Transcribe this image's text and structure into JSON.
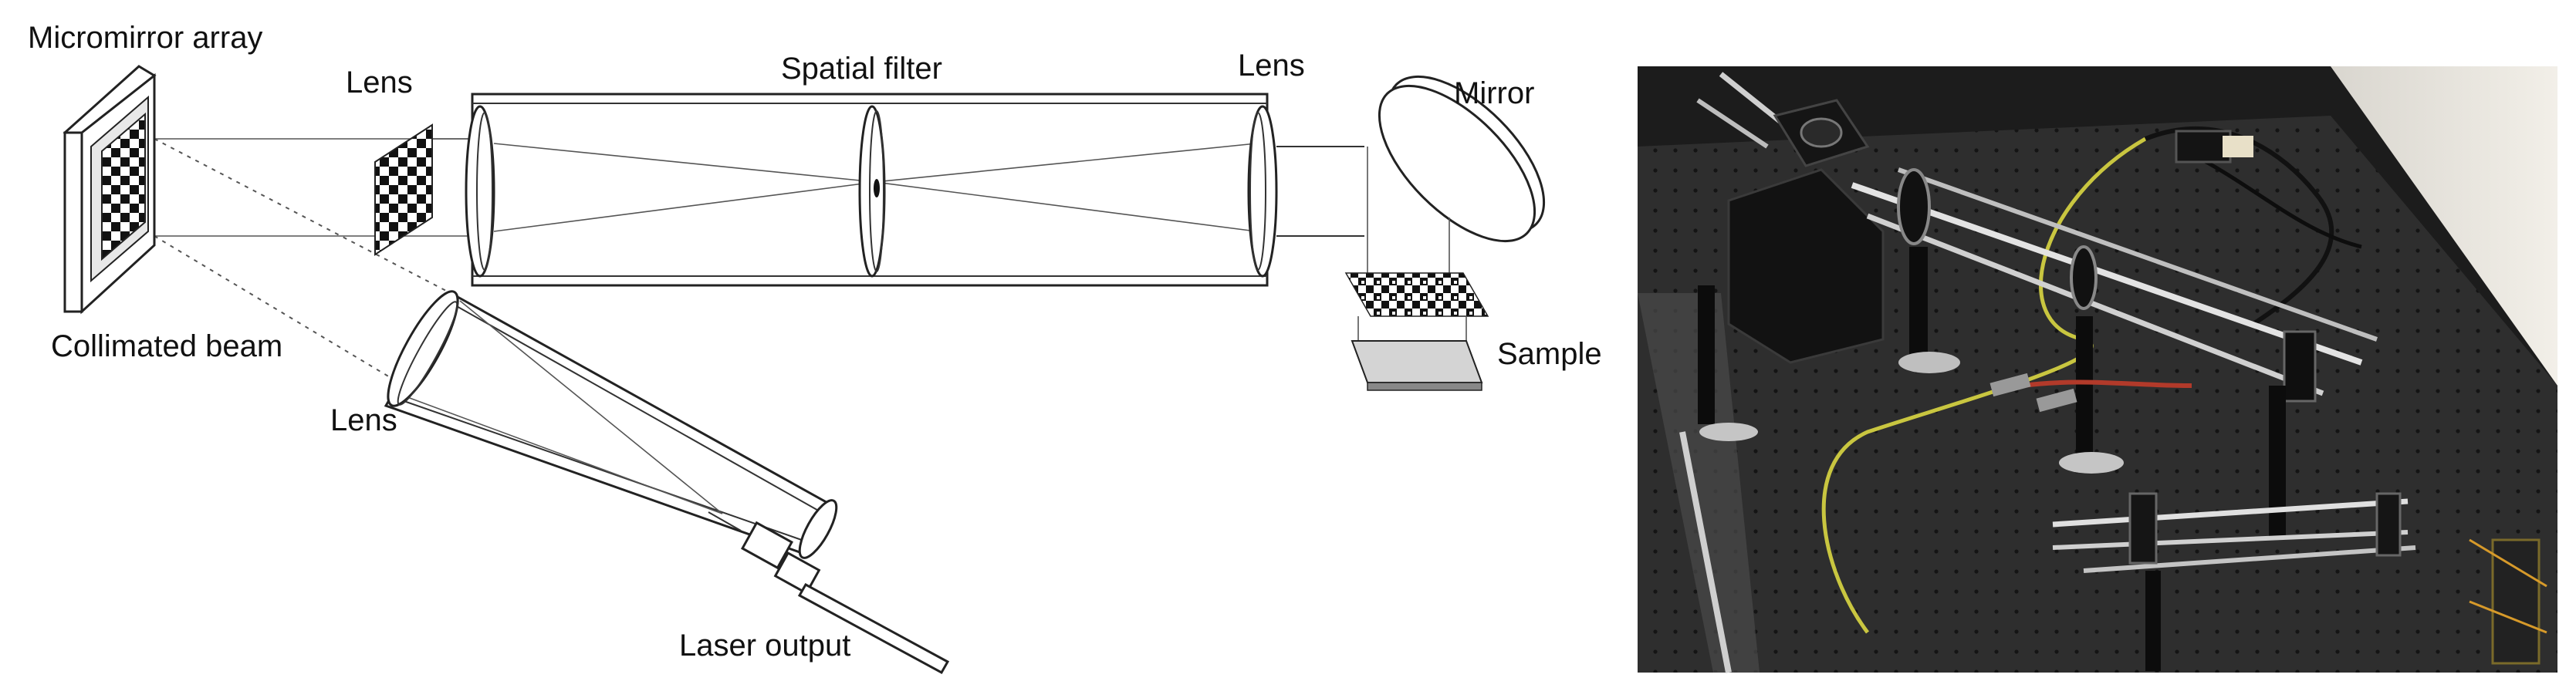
{
  "labels": {
    "micromirror_array": "Micromirror array",
    "lens_small": "Lens",
    "spatial_filter": "Spatial filter",
    "lens_right": "Lens",
    "mirror": "Mirror",
    "collimated_beam": "Collimated beam",
    "sample": "Sample",
    "lens_laser": "Lens",
    "laser_output": "Laser output"
  },
  "colors": {
    "line": "#222222",
    "table": "#2c2c2c",
    "photo_bg": "#1e1e1e",
    "fiber": "#c9c640",
    "cable_red": "#b23a2a"
  }
}
